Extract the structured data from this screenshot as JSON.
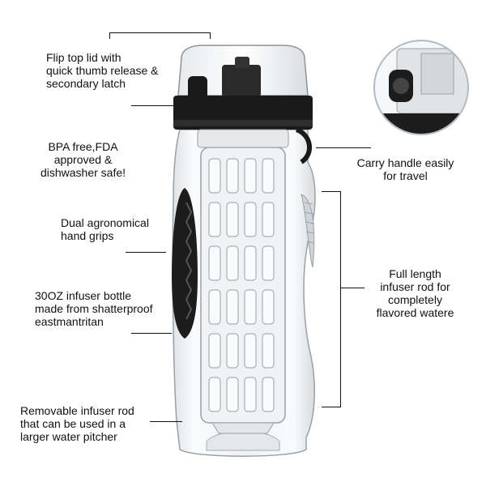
{
  "annotations": {
    "flip_lid": "Flip top lid with\nquick thumb release &\nsecondary latch",
    "bpa_free": "BPA free,FDA\napproved &\ndishwasher safe!",
    "hand_grips": "Dual agronomical\nhand grips",
    "infuser_bottle": "30OZ  infuser bottle\nmade from shatterproof\neastmantritan",
    "removable_rod": "Removable  infuser rod\nthat can be used in a\nlarger water pitcher",
    "carry_handle": "Carry handle easily\nfor travel",
    "full_length_rod": "Full length\ninfuser rod for\ncompletely\nflavored watere"
  },
  "colors": {
    "lid_dark": "#1a1a1a",
    "bottle_clear": "#f3f5f7",
    "outline": "#8a9096"
  }
}
